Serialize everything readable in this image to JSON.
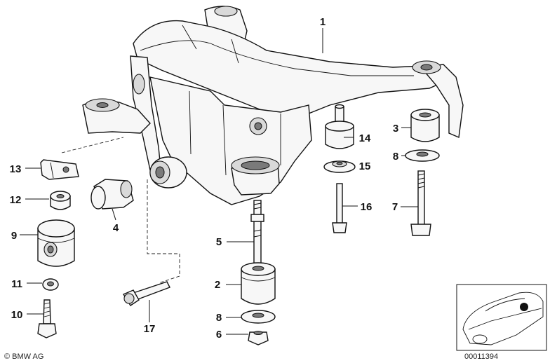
{
  "callouts": [
    {
      "id": "1",
      "label": "1"
    },
    {
      "id": "2",
      "label": "2"
    },
    {
      "id": "3",
      "label": "3"
    },
    {
      "id": "4",
      "label": "4"
    },
    {
      "id": "5",
      "label": "5"
    },
    {
      "id": "6",
      "label": "6"
    },
    {
      "id": "7",
      "label": "7"
    },
    {
      "id": "8a",
      "label": "8"
    },
    {
      "id": "8b",
      "label": "8"
    },
    {
      "id": "9",
      "label": "9"
    },
    {
      "id": "10",
      "label": "10"
    },
    {
      "id": "11",
      "label": "11"
    },
    {
      "id": "12",
      "label": "12"
    },
    {
      "id": "13",
      "label": "13"
    },
    {
      "id": "14",
      "label": "14"
    },
    {
      "id": "15",
      "label": "15"
    },
    {
      "id": "16",
      "label": "16"
    },
    {
      "id": "17",
      "label": "17"
    }
  ],
  "footer": {
    "copyright": "© BMW AG",
    "image_number": "00011394"
  }
}
